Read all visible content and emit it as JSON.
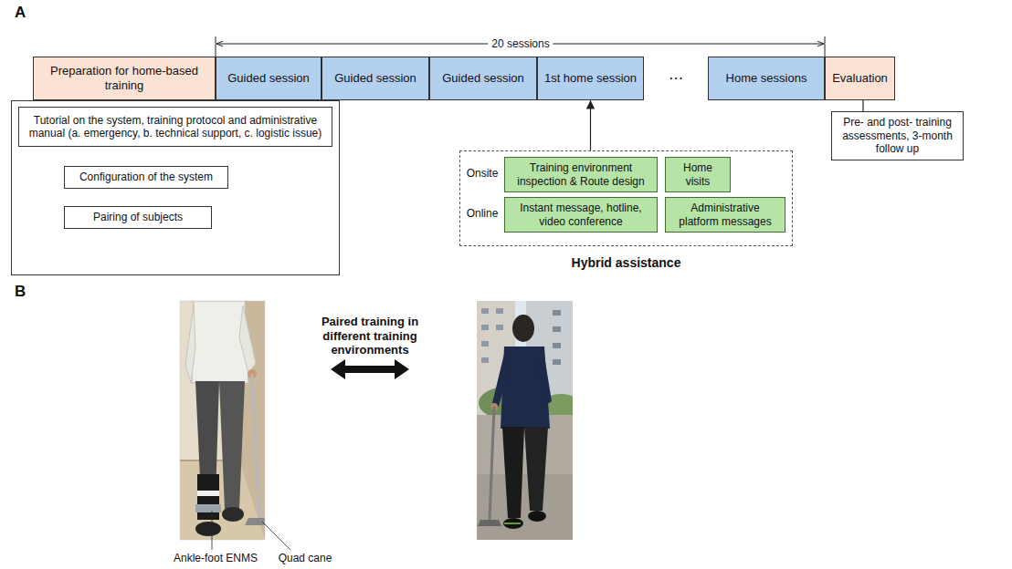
{
  "diagram": {
    "nodes": [
      {
        "text": [
          "Preparation for home-based training"
        ]
      },
      {
        "text": [
          "Guided session"
        ]
      },
      {
        "text": [
          "Guided session"
        ]
      },
      {
        "text": [
          "Guided session"
        ]
      },
      {
        "text": [
          "1st home session"
        ]
      },
      {
        "text": [
          "Home sessions"
        ]
      },
      {
        "text": [
          "Evaluation"
        ]
      },
      {
        "text": []
      },
      {
        "text": [
          "Tutorial on the system, training protocol and administrative manual (a. emergency, b. technical support, c. logistic issue)"
        ],
        "in": 7
      },
      {
        "text": [
          "Configuration of the system"
        ],
        "in": 7
      },
      {
        "text": [
          "Pairing of subjects"
        ],
        "in": 7
      },
      {
        "text": [
          "Pre- and post- training assessments, 3-month follow up"
        ]
      },
      {
        "text": [
          "Hybrid assistance"
        ]
      },
      {
        "text": [
          "Training environment inspection & Route design"
        ],
        "in": 12
      },
      {
        "text": [
          "Home visits"
        ],
        "in": 12
      },
      {
        "text": [
          "Instant message, hotline, video conference"
        ],
        "in": 12
      },
      {
        "text": [
          "Administrative platform messages"
        ],
        "in": 12
      }
    ],
    "edges": [
      {
        "from": 8,
        "to": 9,
        "arrow": "to"
      },
      {
        "from": 9,
        "to": 10,
        "arrow": "to"
      },
      {
        "from": 12,
        "to": 4,
        "arrow": "to"
      },
      {
        "from": 6,
        "to": 11,
        "arrow": "none"
      }
    ],
    "labels": [
      "A",
      "20 sessions",
      "⋯",
      "Onsite",
      "Online",
      "B",
      "Paired training in different training environments",
      "Ankle-foot ENMS",
      "Quad cane"
    ]
  }
}
